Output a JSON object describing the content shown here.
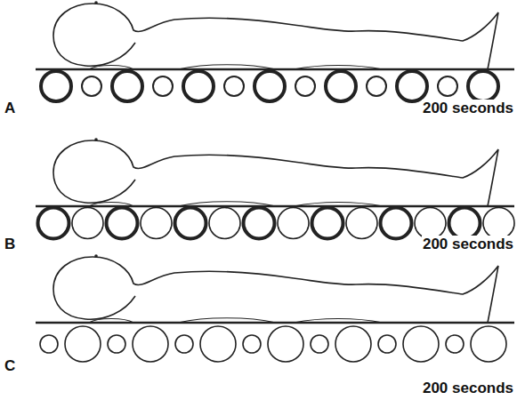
{
  "diagram": {
    "labels": [
      "A",
      "200 seconds",
      "B",
      "200 seconds",
      "C",
      "200 seconds"
    ]
  }
}
